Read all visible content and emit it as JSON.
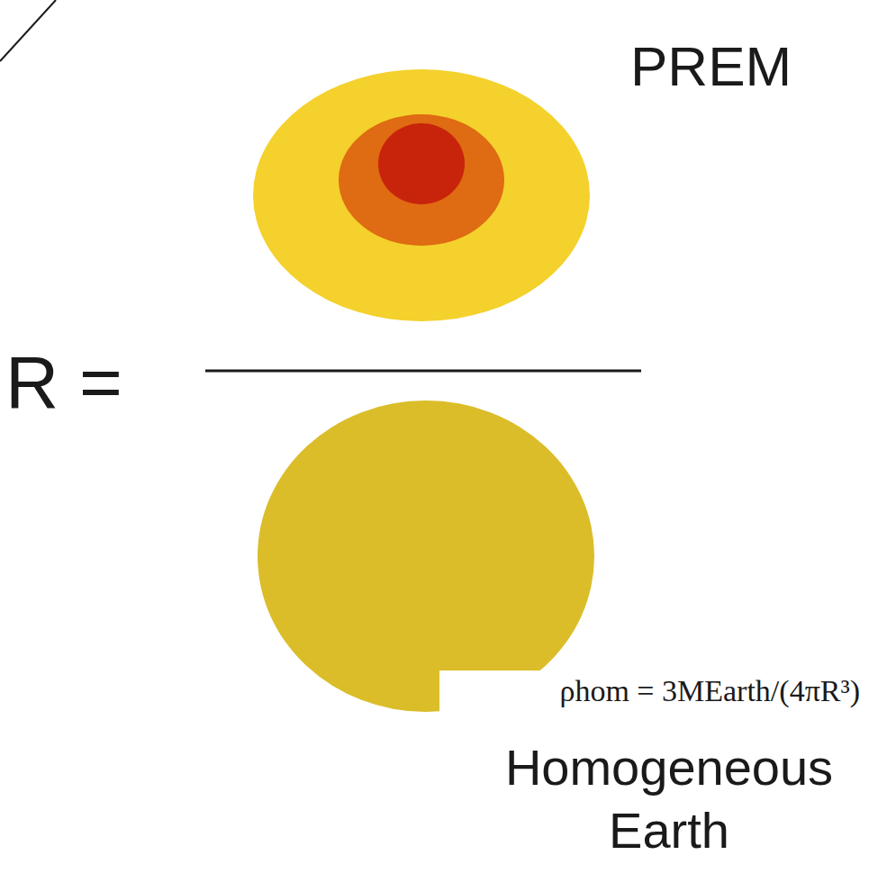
{
  "diagram": {
    "labels": [
      "PREM",
      "R =",
      "ρhom = 3MEarth/(4πR³)",
      "Homogeneous Earth"
    ]
  }
}
